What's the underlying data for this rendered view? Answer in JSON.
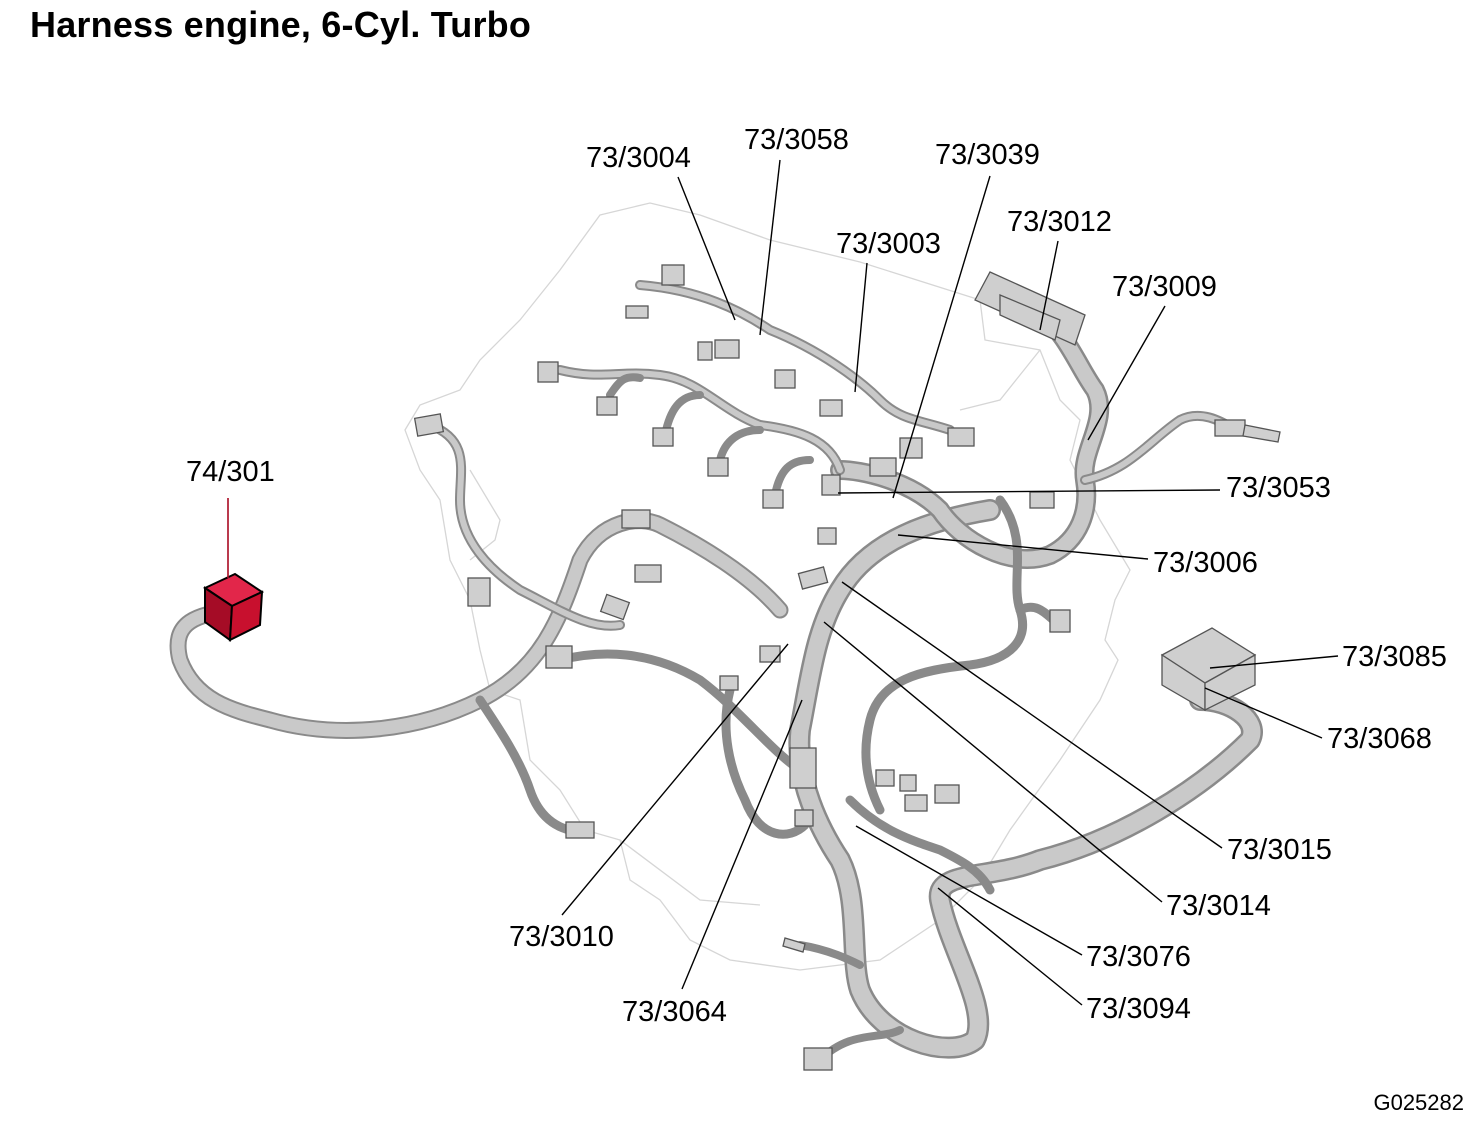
{
  "title": "Harness engine, 6-Cyl. Turbo",
  "figure_id": "G025282",
  "highlight_color": "#c8102e",
  "highlighted_component": "74/301",
  "callouts": [
    {
      "id": "c-74-301",
      "label": "74/301",
      "highlighted": true
    },
    {
      "id": "c-73-3004",
      "label": "73/3004"
    },
    {
      "id": "c-73-3058",
      "label": "73/3058"
    },
    {
      "id": "c-73-3039",
      "label": "73/3039"
    },
    {
      "id": "c-73-3003",
      "label": "73/3003"
    },
    {
      "id": "c-73-3012",
      "label": "73/3012"
    },
    {
      "id": "c-73-3009",
      "label": "73/3009"
    },
    {
      "id": "c-73-3053",
      "label": "73/3053"
    },
    {
      "id": "c-73-3006",
      "label": "73/3006"
    },
    {
      "id": "c-73-3085",
      "label": "73/3085"
    },
    {
      "id": "c-73-3068",
      "label": "73/3068"
    },
    {
      "id": "c-73-3015",
      "label": "73/3015"
    },
    {
      "id": "c-73-3014",
      "label": "73/3014"
    },
    {
      "id": "c-73-3076",
      "label": "73/3076"
    },
    {
      "id": "c-73-3094",
      "label": "73/3094"
    },
    {
      "id": "c-73-3010",
      "label": "73/3010"
    },
    {
      "id": "c-73-3064",
      "label": "73/3064"
    }
  ]
}
